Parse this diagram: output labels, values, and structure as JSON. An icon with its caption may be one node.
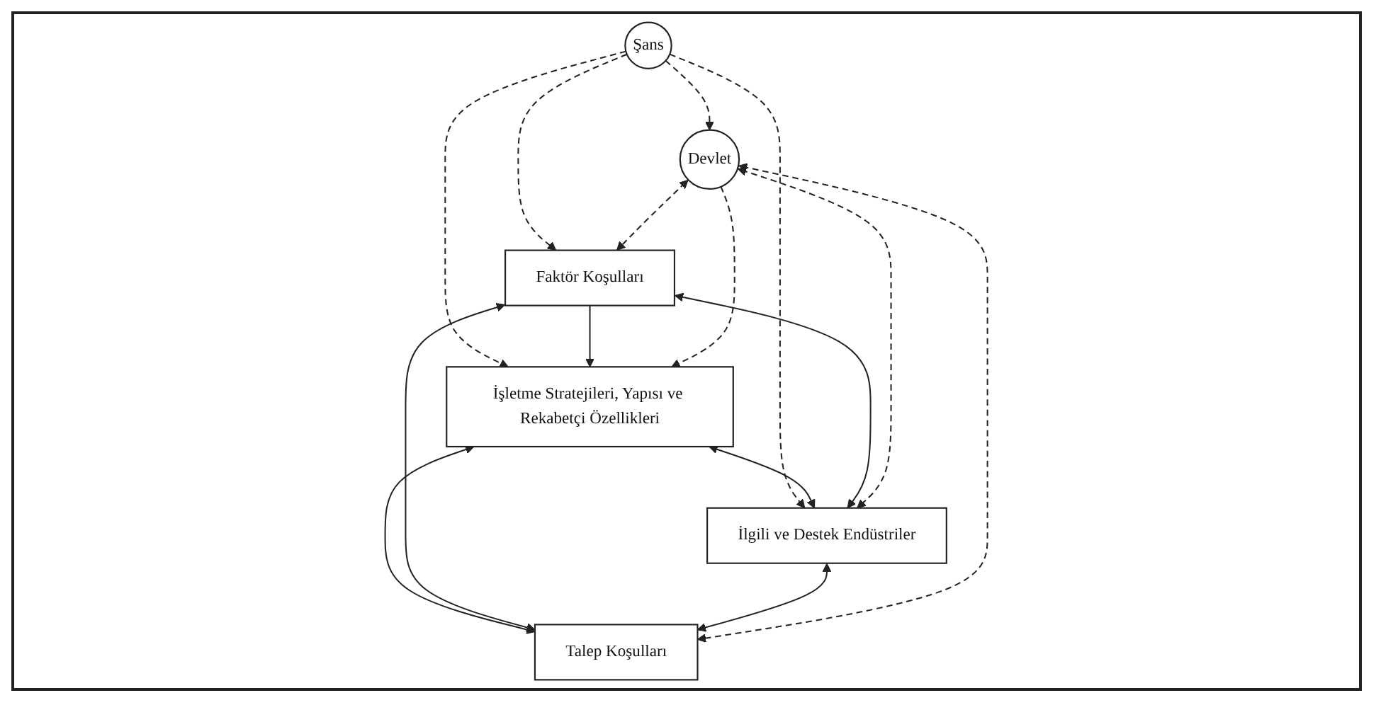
{
  "diagram": {
    "nodes": [
      {
        "text": [
          "Şans"
        ]
      },
      {
        "text": [
          "İşletme Stratejileri, Yapısı ve Rekabetçi Özellikleri"
        ]
      },
      {
        "text": [
          "Faktör Koşulları"
        ]
      },
      {
        "text": [
          "Talep Koşulları"
        ]
      },
      {
        "text": [
          "İlgili ve Destek Endüstriler"
        ]
      },
      {
        "text": [
          "Devlet"
        ]
      }
    ],
    "edges": [
      {
        "from": 0,
        "to": 1,
        "arrow": "to",
        "style": "dashed"
      },
      {
        "from": 0,
        "to": 2,
        "arrow": "to",
        "style": "dashed"
      },
      {
        "from": 0,
        "to": 4,
        "arrow": "to",
        "style": "dashed"
      },
      {
        "from": 0,
        "to": 5,
        "arrow": "to",
        "style": "dashed"
      },
      {
        "from": 2,
        "to": 1,
        "arrow": "to"
      },
      {
        "from": 1,
        "to": 3,
        "arrow": "both"
      },
      {
        "from": 1,
        "to": 4,
        "arrow": "both"
      },
      {
        "from": 2,
        "to": 3,
        "arrow": "both"
      },
      {
        "from": 2,
        "to": 4,
        "arrow": "both"
      },
      {
        "from": 4,
        "to": 3,
        "arrow": "both"
      },
      {
        "from": 5,
        "to": 1,
        "arrow": "to",
        "style": "dashed"
      },
      {
        "from": 5,
        "to": 2,
        "arrow": "both",
        "style": "dashed"
      },
      {
        "from": 5,
        "to": 3,
        "arrow": "both",
        "style": "dashed"
      },
      {
        "from": 5,
        "to": 4,
        "arrow": "both",
        "style": "dashed"
      }
    ]
  }
}
